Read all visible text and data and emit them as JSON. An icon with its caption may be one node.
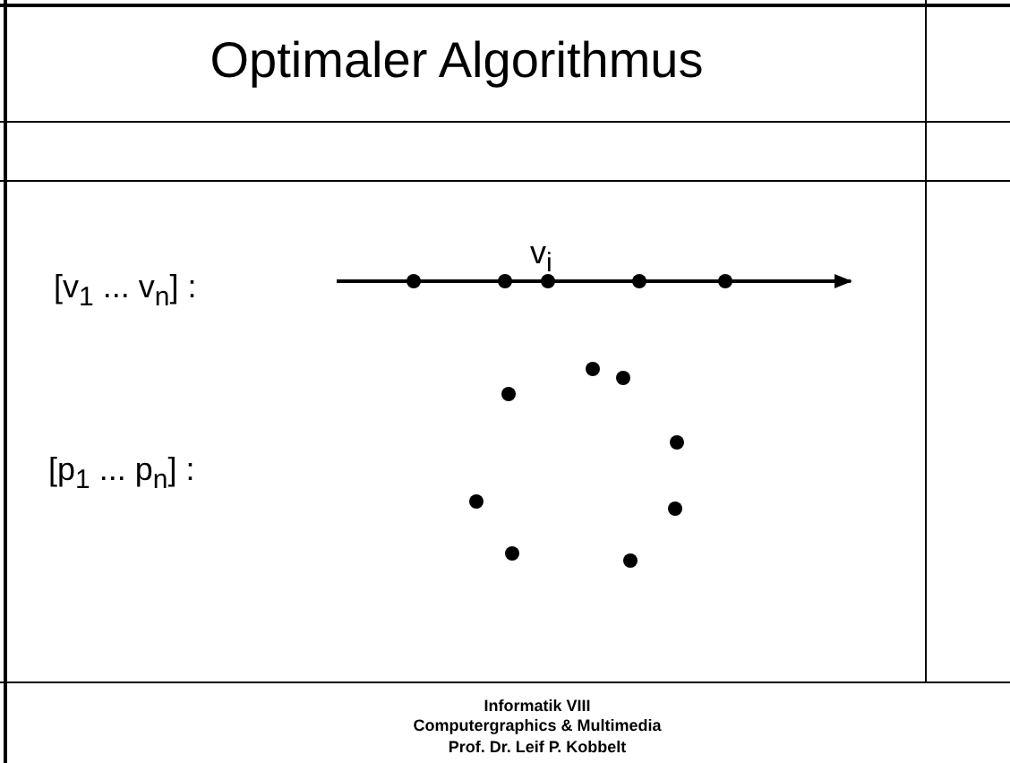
{
  "diagram": {
    "title": "Optimaler Algorithmus",
    "labels": [
      "v$_{i}$",
      "[v$_{1}$ ... v$_{n}$] :",
      "[p$_{1}$ ... p$_{n}$] :",
      "Informatik VIII",
      "Computergraphics & Multimedia",
      "Prof. Dr. Leif P. Kobbelt"
    ]
  }
}
